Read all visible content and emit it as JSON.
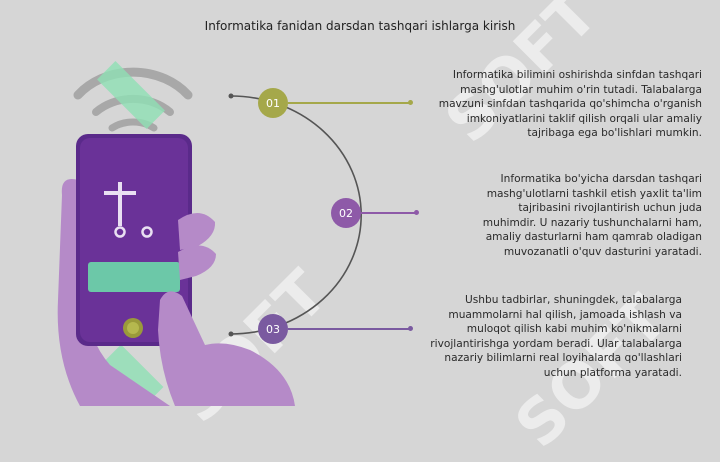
{
  "title": "Informatika fanidan darsdan tashqari ishlarga kirish",
  "items": [
    {
      "number": "01",
      "text": "Informatika bilimini oshirishda sinfdan tashqari mashg'ulotlar muhim o'rin tutadi. Talabalarga mavzuni sinfdan tashqarida qo'shimcha o'rganish imkoniyatlarini taklif qilish orqali ular amaliy tajribaga ega bo'lishlari mumkin.",
      "color": "#a5a84a"
    },
    {
      "number": "02",
      "text": "Informatika bo'yicha darsdan tashqari mashg'ulotlarni tashkil etish yaxlit ta'lim tajribasini rivojlantirish uchun juda muhimdir. U nazariy tushunchalarni ham, amaliy dasturlarni ham qamrab oladigan muvozanatli o'quv dasturini yaratadi.",
      "color": "#8e5aa8"
    },
    {
      "number": "03",
      "text": "Ushbu tadbirlar, shuningdek, talabalarga muammolarni hal qilish, jamoada ishlash va muloqot qilish kabi muhim ko'nikmalarni rivojlantirishga yordam beradi. Ular talabalarga nazariy bilimlarni real loyihalarda qo'llashlari uchun platforma yaratadi.",
      "color": "#7a5aa0"
    }
  ],
  "watermark": "SOFT",
  "colors": {
    "background": "#d6d6d6",
    "phone": "#5a2a8a",
    "hand": "#b58ac8",
    "accent_green": "#8fe0b4"
  }
}
